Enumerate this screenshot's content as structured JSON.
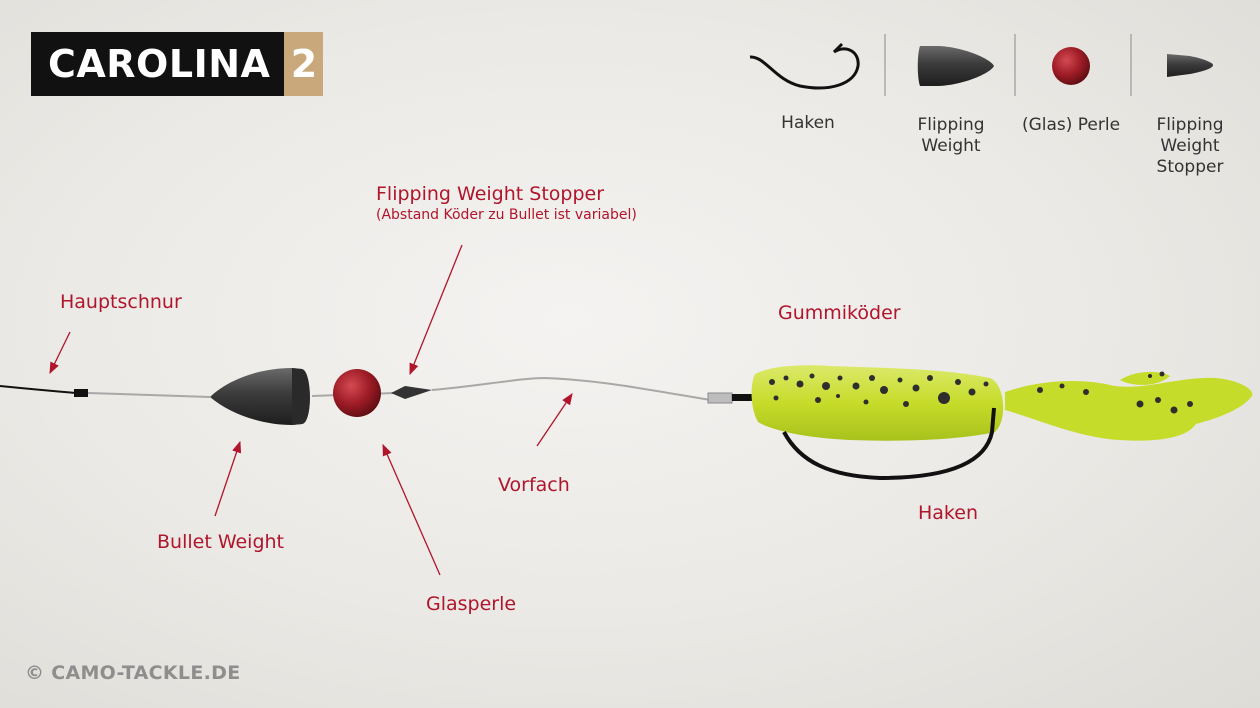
{
  "title": {
    "text": "CAROLINA",
    "number": "2"
  },
  "legend": {
    "hook": "Haken",
    "flipping_weight": [
      "Flipping",
      "Weight"
    ],
    "glass_bead": "(Glas) Perle",
    "stopper": [
      "Flipping",
      "Weight",
      "Stopper"
    ]
  },
  "labels": {
    "stopper_title": "Flipping Weight Stopper",
    "stopper_note": "(Abstand Köder zu Bullet ist variabel)",
    "main_line": "Hauptschnur",
    "soft_bait": "Gummiköder",
    "bullet_weight": "Bullet Weight",
    "leader": "Vorfach",
    "hook": "Haken",
    "bead": "Glasperle"
  },
  "copyright": "© CAMO-TACKLE.DE",
  "colors": {
    "label_red": "#b0152b",
    "title_bg": "#111111",
    "title_accent": "#c9a97b",
    "bait_green": "#c6dc2a",
    "bead_red": "#9e1c26",
    "weight_dark": "#3a3a3a"
  }
}
